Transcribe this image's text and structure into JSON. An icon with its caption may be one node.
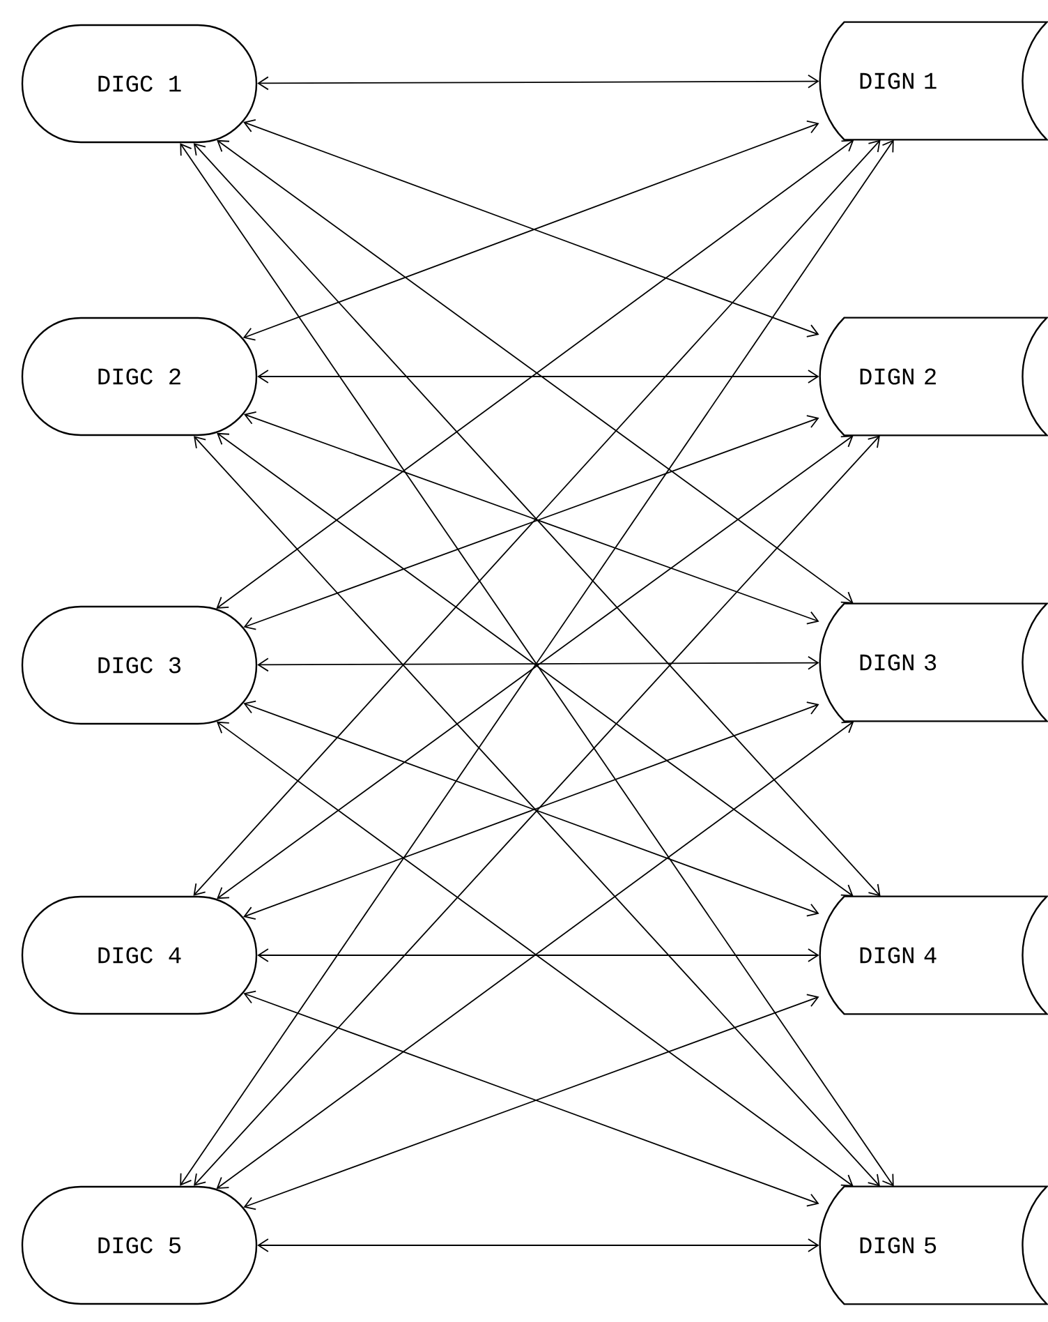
{
  "diagram": {
    "nodes": [
      {
        "text": [
          "DIGC 1"
        ]
      },
      {
        "text": [
          "DIGC 2"
        ]
      },
      {
        "text": [
          "DIGC 3"
        ]
      },
      {
        "text": [
          "DIGC 4"
        ]
      },
      {
        "text": [
          "DIGC 5"
        ]
      },
      {
        "text": [
          "DIGN 1"
        ]
      },
      {
        "text": [
          "DIGN 2"
        ]
      },
      {
        "text": [
          "DIGN 3"
        ]
      },
      {
        "text": [
          "DIGN 4"
        ]
      },
      {
        "text": [
          "DIGN 5"
        ]
      }
    ],
    "edges": [
      {
        "from": 0,
        "to": 5,
        "arrow": "both"
      },
      {
        "from": 0,
        "to": 6,
        "arrow": "both"
      },
      {
        "from": 0,
        "to": 7,
        "arrow": "both"
      },
      {
        "from": 0,
        "to": 8,
        "arrow": "both"
      },
      {
        "from": 0,
        "to": 9,
        "arrow": "both"
      },
      {
        "from": 1,
        "to": 5,
        "arrow": "both"
      },
      {
        "from": 1,
        "to": 6,
        "arrow": "both"
      },
      {
        "from": 1,
        "to": 7,
        "arrow": "both"
      },
      {
        "from": 1,
        "to": 8,
        "arrow": "both"
      },
      {
        "from": 1,
        "to": 9,
        "arrow": "both"
      },
      {
        "from": 2,
        "to": 5,
        "arrow": "both"
      },
      {
        "from": 2,
        "to": 6,
        "arrow": "both"
      },
      {
        "from": 2,
        "to": 7,
        "arrow": "both"
      },
      {
        "from": 2,
        "to": 8,
        "arrow": "both"
      },
      {
        "from": 2,
        "to": 9,
        "arrow": "both"
      },
      {
        "from": 3,
        "to": 5,
        "arrow": "both"
      },
      {
        "from": 3,
        "to": 6,
        "arrow": "both"
      },
      {
        "from": 3,
        "to": 7,
        "arrow": "both"
      },
      {
        "from": 3,
        "to": 8,
        "arrow": "both"
      },
      {
        "from": 3,
        "to": 9,
        "arrow": "both"
      },
      {
        "from": 4,
        "to": 5,
        "arrow": "both"
      },
      {
        "from": 4,
        "to": 6,
        "arrow": "both"
      },
      {
        "from": 4,
        "to": 7,
        "arrow": "both"
      },
      {
        "from": 4,
        "to": 8,
        "arrow": "both"
      },
      {
        "from": 4,
        "to": 9,
        "arrow": "both"
      }
    ]
  }
}
